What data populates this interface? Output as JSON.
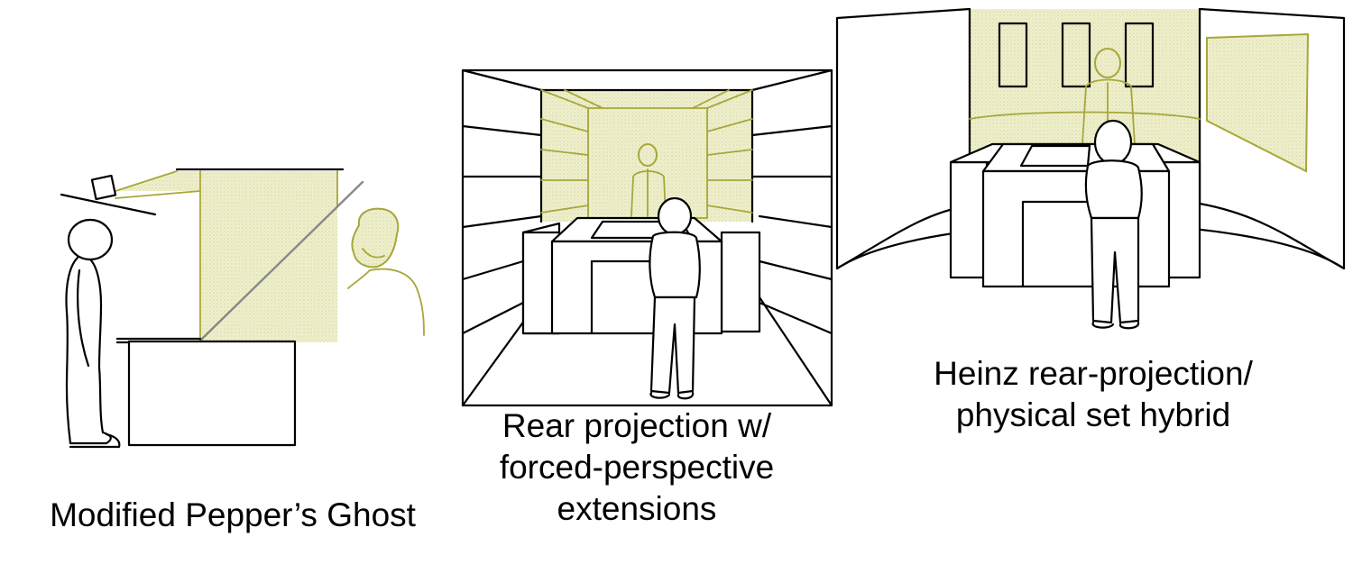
{
  "captions": {
    "panel1": {
      "line1": "Modified Pepper’s Ghost"
    },
    "panel2": {
      "line1": "Rear projection w/",
      "line2": "forced-perspective",
      "line3": "extensions"
    },
    "panel3": {
      "line1": "Heinz rear-projection/",
      "line2": "physical set hybrid"
    }
  },
  "colors": {
    "stroke": "#000000",
    "projection": "#a7a73a",
    "projection_fill": "#eff0cf",
    "background": "#ffffff"
  }
}
